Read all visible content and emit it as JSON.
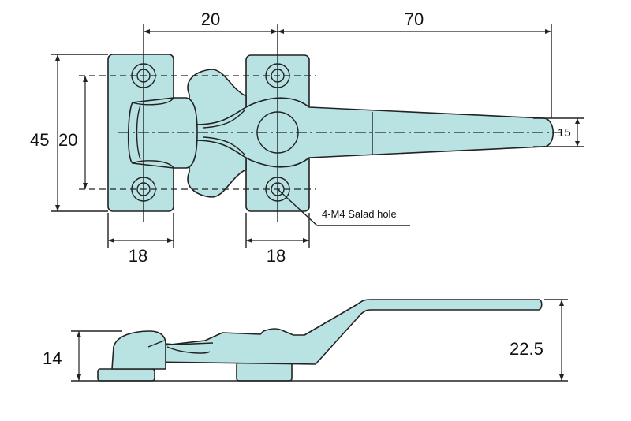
{
  "title": "Draw latch dimension drawing",
  "colors": {
    "part_fill": "#b9e2e2",
    "line": "#222222"
  },
  "top_view": {
    "dimensions": {
      "hole_spacing_horizontal": "20",
      "handle_length": "70",
      "overall_height": "45",
      "hole_spacing_vertical": "20",
      "left_plate_width": "18",
      "right_plate_width": "18",
      "handle_tip_width": "15"
    },
    "hole_callout": "4-M4 Salad hole"
  },
  "side_view": {
    "dimensions": {
      "base_height": "14",
      "overall_height": "22.5"
    }
  }
}
